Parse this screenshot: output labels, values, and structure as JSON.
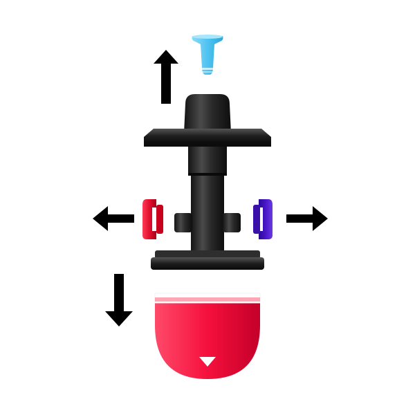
{
  "diagram": {
    "parts": [
      {
        "name": "nozzle-tip",
        "color": "#4fc3f0"
      },
      {
        "name": "central-body",
        "color": "#1c1c1c"
      },
      {
        "name": "left-clip",
        "color": "#e0102e"
      },
      {
        "name": "right-clip",
        "color": "#4a16c8"
      },
      {
        "name": "bottom-cap",
        "color": "#f5103c"
      }
    ],
    "arrows": [
      {
        "name": "arrow-up",
        "direction": "up"
      },
      {
        "name": "arrow-left",
        "direction": "left"
      },
      {
        "name": "arrow-right",
        "direction": "right"
      },
      {
        "name": "arrow-down",
        "direction": "down"
      }
    ],
    "colors": {
      "arrow": "#000000",
      "body_dark": "#1c1c1c",
      "body_mid": "#3a3a3a",
      "body_light": "#5a5a5a",
      "background": "#ffffff"
    }
  }
}
